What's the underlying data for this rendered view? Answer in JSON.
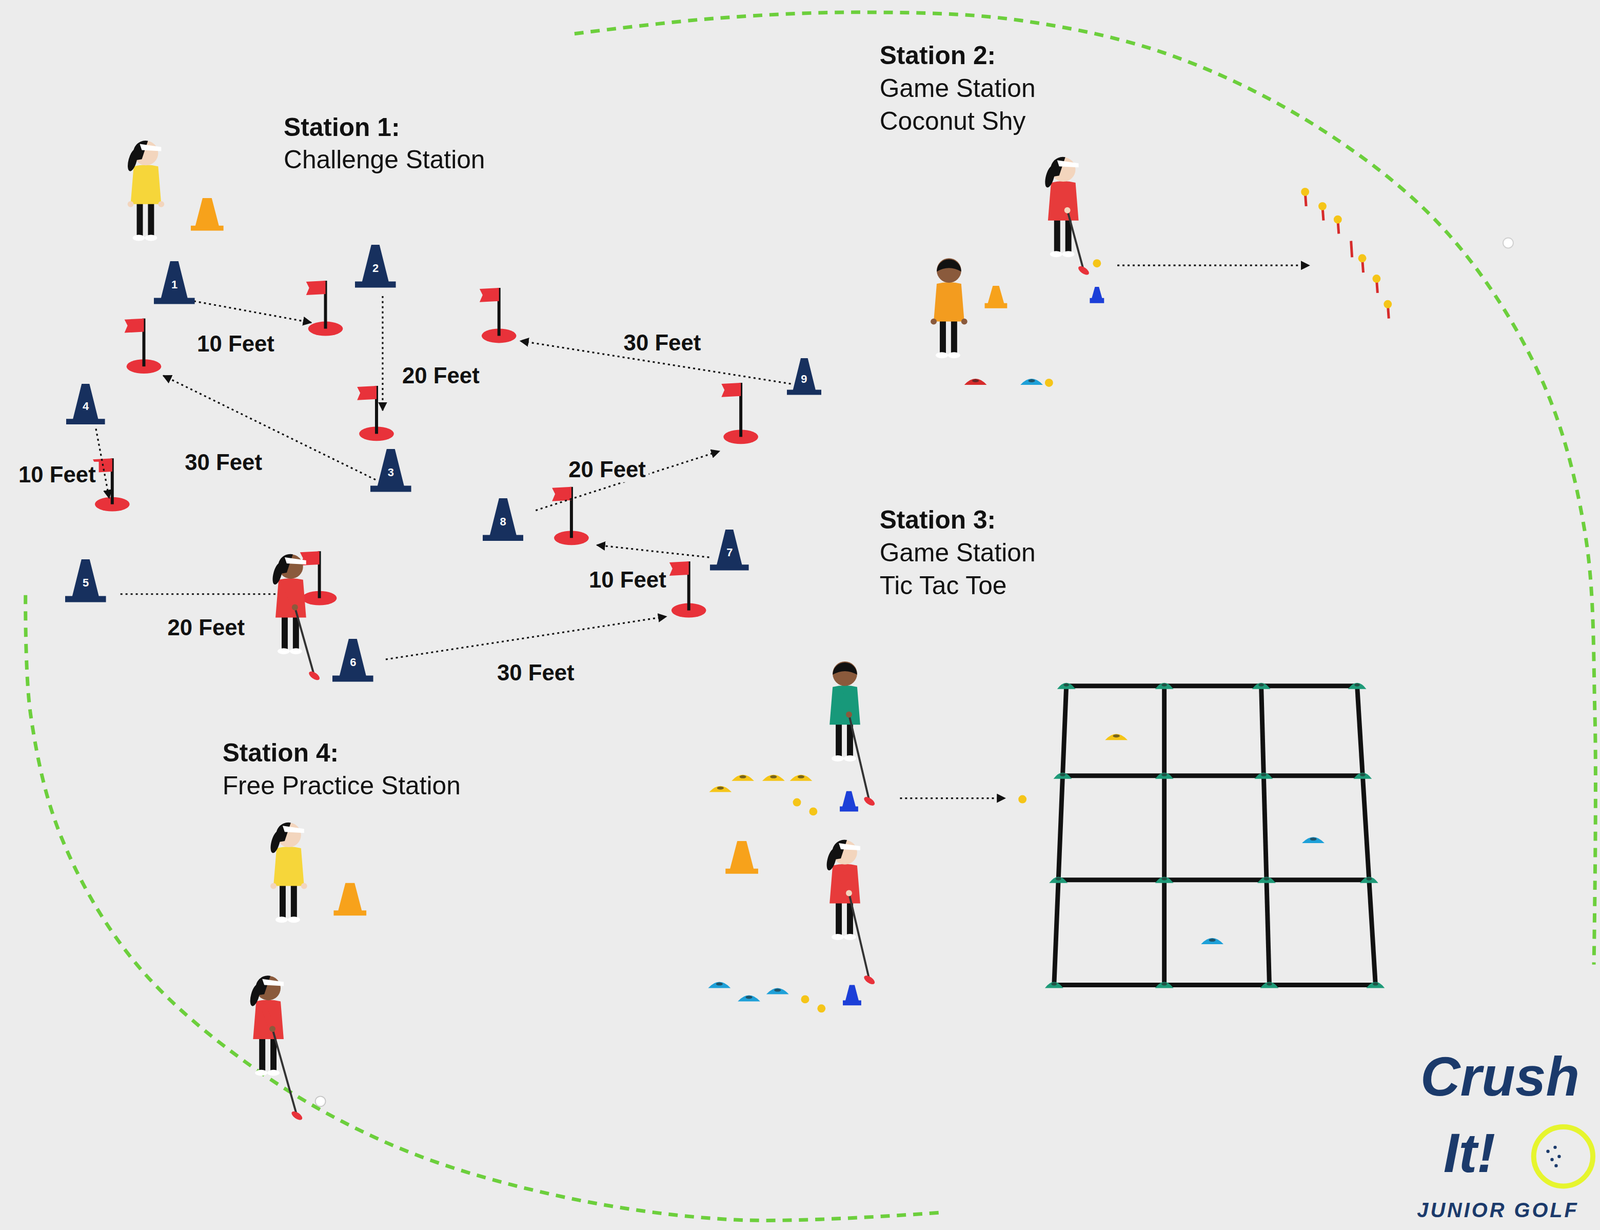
{
  "diagram": {
    "nodes": [
      {
        "text": [
          "1"
        ]
      },
      {
        "text": [
          "2"
        ]
      },
      {
        "text": [
          "3"
        ]
      },
      {
        "text": [
          "4"
        ]
      },
      {
        "text": [
          "5"
        ]
      },
      {
        "text": [
          "6"
        ]
      },
      {
        "text": [
          "7"
        ]
      },
      {
        "text": [
          "8"
        ]
      },
      {
        "text": [
          "9"
        ]
      }
    ],
    "labels": [
      "Station 1:",
      "Challenge Station",
      "Station 2:",
      "Game Station",
      "Coconut Shy",
      "30 Feet",
      "10 Feet",
      "20 Feet",
      "30 Feet",
      "20 Feet",
      "10 Feet",
      "Station 3:",
      "Game Station",
      "Tic Tac Toe",
      "10 Feet",
      "20 Feet",
      "30 Feet",
      "Station 4:",
      "Free Practice Station",
      "Crush",
      "It!",
      "JUNIOR GOLF"
    ]
  }
}
